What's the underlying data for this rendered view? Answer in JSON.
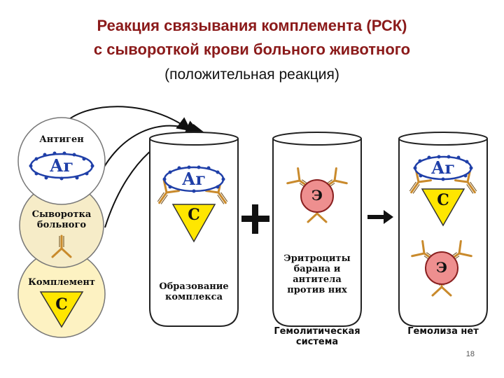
{
  "title": {
    "line1": "Реакция связывания комплемента (РСК)",
    "line2": "с сывороткой крови больного животного",
    "line3": "(положительная реакция)"
  },
  "circles": {
    "antigen_label": "Антиген",
    "antigen_symbol": "Аг",
    "serum_label": "Сыворотка больного",
    "complement_label": "Комплемент",
    "complement_symbol": "С"
  },
  "tube1": {
    "antigen_symbol": "Аг",
    "complement_symbol": "С",
    "caption": "Образование комплекса"
  },
  "tube2": {
    "erythrocyte_symbol": "Э",
    "caption": "Эритроциты барана и антитела против них",
    "bottom_label": "Гемолитическая система"
  },
  "tube3": {
    "antigen_symbol": "Аг",
    "complement_symbol": "С",
    "erythrocyte_symbol": "Э",
    "bottom_label": "Гемолиза нет"
  },
  "page_number": "18",
  "colors": {
    "title": "#8b1a1a",
    "antigen_fill": "#ffffff",
    "antigen_stroke": "#1f3fa8",
    "serum_bg": "#f6ecc8",
    "complement_fill": "#ffe600",
    "erythrocyte_fill": "#ee8f8f",
    "antibody": "#c98a2c"
  }
}
